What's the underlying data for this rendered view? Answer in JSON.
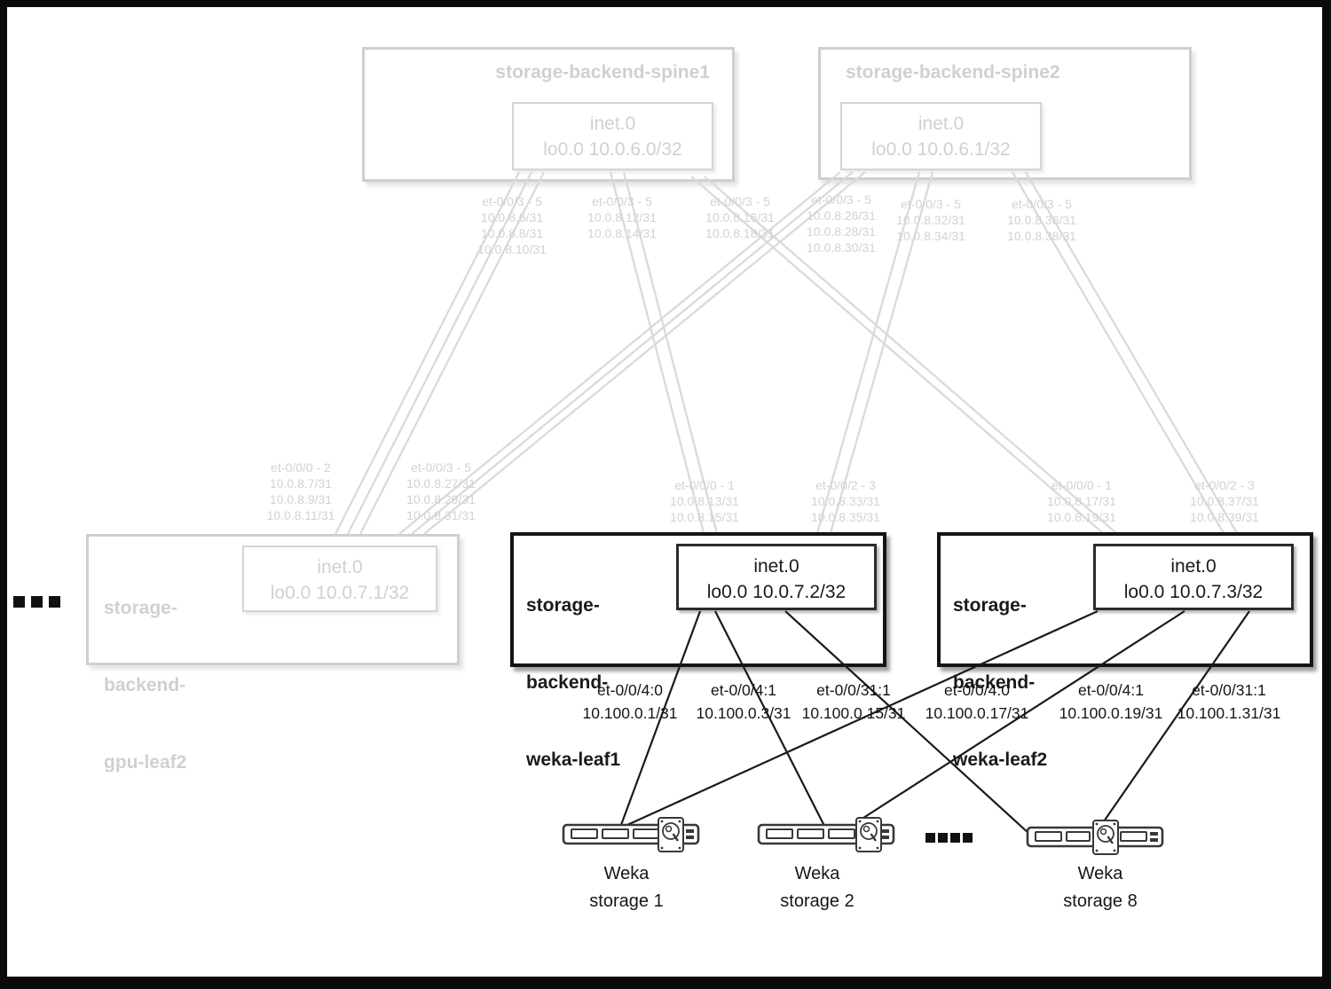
{
  "colors": {
    "inactive_gray": "#d0d0d0",
    "active_black": "#1a1a1a",
    "wire_gray": "#dadada",
    "cable_black": "#1a1a1a"
  },
  "icons": {
    "storage_device": "rack-server-with-disk-icon",
    "more_left": "ellipsis-squares-3",
    "more_right": "ellipsis-squares-4"
  },
  "nodes": {
    "spine1": {
      "title": "storage-backend-spine1",
      "table": "inet.0",
      "loopback": "lo0.0 10.0.6.0/32"
    },
    "spine2": {
      "title": "storage-backend-spine2",
      "table": "inet.0",
      "loopback": "lo0.0 10.0.6.1/32"
    },
    "gpu_leaf2": {
      "title_line1": "storage-",
      "title_line2": "backend-",
      "title_line3": "gpu-leaf2",
      "table": "inet.0",
      "loopback": "lo0.0 10.0.7.1/32"
    },
    "weka_leaf1": {
      "title_line1": "storage-",
      "title_line2": "backend-",
      "title_line3": "weka-leaf1",
      "table": "inet.0",
      "loopback": "lo0.0 10.0.7.2/32"
    },
    "weka_leaf2": {
      "title_line1": "storage-",
      "title_line2": "backend-",
      "title_line3": "weka-leaf2",
      "table": "inet.0",
      "loopback": "lo0.0 10.0.7.3/32"
    }
  },
  "iface_groups": [
    {
      "name": "spine1-to-gpu-leaf",
      "lines": [
        "et-0/0/3 - 5",
        "10.0.8.6/31",
        "10.0.8.8/31",
        "10.0.8.10/31"
      ]
    },
    {
      "name": "spine1-to-weka-leaf1",
      "lines": [
        "et-0/0/3 - 5",
        "10.0.8.12/31",
        "10.0.8.14/31"
      ]
    },
    {
      "name": "spine1-to-weka-leaf2",
      "lines": [
        "et-0/0/3 - 5",
        "10.0.8.16/31",
        "10.0.8.18/31"
      ]
    },
    {
      "name": "spine2-to-gpu-leaf",
      "lines": [
        "et-0/0/3 - 5",
        "10.0.8.26/31",
        "10.0.8.28/31",
        "10.0.8.30/31"
      ]
    },
    {
      "name": "spine2-to-weka-leaf1",
      "lines": [
        "et-0/0/3 - 5",
        "10.0.8.32/31",
        "10.0.8.34/31"
      ]
    },
    {
      "name": "spine2-to-weka-leaf2",
      "lines": [
        "et-0/0/3 - 5",
        "10.0.8.36/31",
        "10.0.8.38/31"
      ]
    },
    {
      "name": "gpu-leaf-to-spine1",
      "lines": [
        "et-0/0/0 - 2",
        "10.0.8.7/31",
        "10.0.8.9/31",
        "10.0.8.11/31"
      ]
    },
    {
      "name": "gpu-leaf-to-spine2",
      "lines": [
        "et-0/0/3 - 5",
        "10.0.8.27/31",
        "10.0.8.29/31",
        "10.0.8.31/31"
      ]
    },
    {
      "name": "weka-leaf1-to-spine1",
      "lines": [
        "et-0/0/0 - 1",
        "10.0.8.13/31",
        "10.0.8.15/31"
      ]
    },
    {
      "name": "weka-leaf1-to-spine2",
      "lines": [
        "et-0/0/2 - 3",
        "10.0.8.33/31",
        "10.0.8.35/31"
      ]
    },
    {
      "name": "weka-leaf2-to-spine1",
      "lines": [
        "et-0/0/0 - 1",
        "10.0.8.17/31",
        "10.0.8.19/31"
      ]
    },
    {
      "name": "weka-leaf2-to-spine2",
      "lines": [
        "et-0/0/2 - 3",
        "10.0.8.37/31",
        "10.0.8.39/31"
      ]
    }
  ],
  "port_groups": [
    {
      "port": "et-0/0/4:0",
      "ip": "10.100.0.1/31"
    },
    {
      "port": "et-0/0/4:1",
      "ip": "10.100.0.3/31"
    },
    {
      "port": "et-0/0/31:1",
      "ip": "10.100.0.15/31"
    },
    {
      "port": "et-0/0/4:0",
      "ip": "10.100.0.17/31"
    },
    {
      "port": "et-0/0/4:1",
      "ip": "10.100.0.19/31"
    },
    {
      "port": "et-0/0/31:1",
      "ip": "10.100.1.31/31"
    }
  ],
  "storage_servers": [
    {
      "name_line1": "Weka",
      "name_line2": "storage 1"
    },
    {
      "name_line1": "Weka",
      "name_line2": "storage 2"
    },
    {
      "name_line1": "Weka",
      "name_line2": "storage 8"
    }
  ]
}
